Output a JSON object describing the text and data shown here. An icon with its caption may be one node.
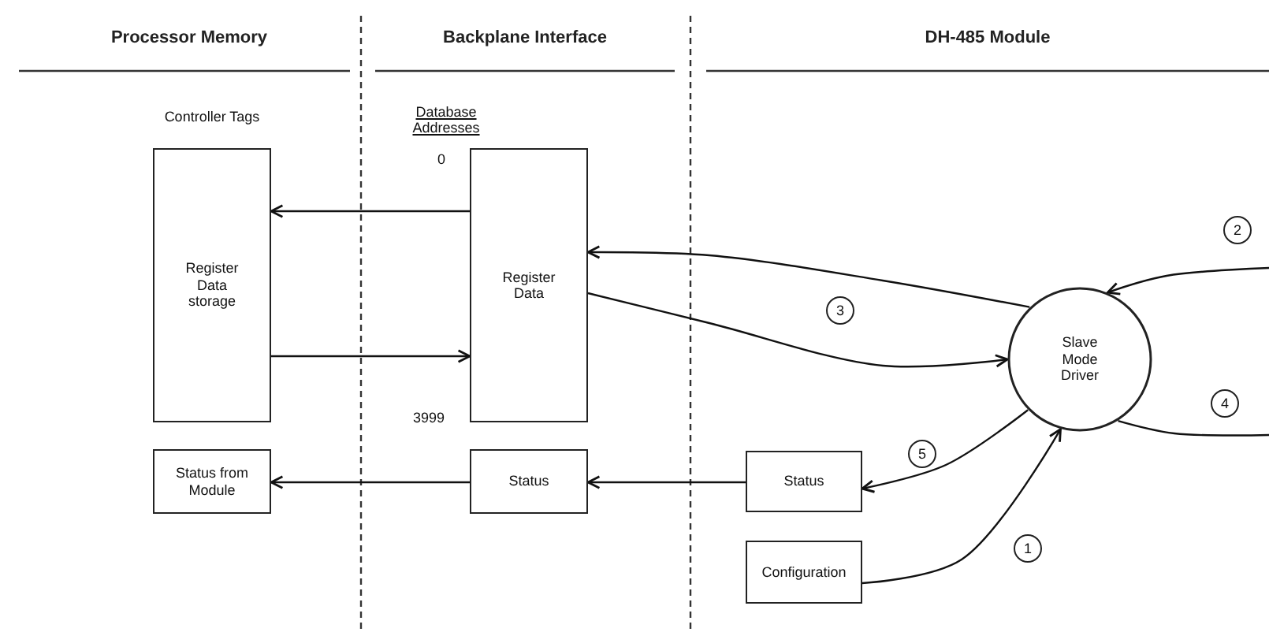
{
  "diagram": {
    "nodes": [
      {
        "text": [
          "Register Data storage"
        ],
        "beside": [
          "Controller Tags"
        ]
      },
      {
        "text": [
          "Register Data"
        ]
      },
      {
        "text": [
          "Status from Module"
        ]
      },
      {
        "text": [
          "Status"
        ]
      },
      {
        "text": [
          "Slave Mode Driver"
        ]
      },
      {
        "text": [
          "Status"
        ]
      },
      {
        "text": [
          "Configuration"
        ]
      }
    ],
    "edges": [
      {
        "from": 1,
        "to": 0,
        "arrow": "to"
      },
      {
        "from": 0,
        "to": 1,
        "arrow": "to"
      },
      {
        "from": 4,
        "to": 1,
        "arrow": "to"
      },
      {
        "from": 1,
        "to": 4,
        "arrow": "to"
      },
      {
        "from": null,
        "to": 4,
        "arrow": "to"
      },
      {
        "from": 4,
        "to": null,
        "arrow": "none"
      },
      {
        "from": 5,
        "to": 3,
        "arrow": "to"
      },
      {
        "from": 3,
        "to": 2,
        "arrow": "to"
      },
      {
        "from": 4,
        "to": 5,
        "arrow": "to"
      },
      {
        "from": 6,
        "to": 4,
        "arrow": "to"
      }
    ],
    "labels": [
      "Processor Memory",
      "Backplane Interface",
      "DH-485 Module",
      "Database Addresses",
      "0",
      "2",
      "3",
      "3999",
      "4",
      "5",
      "1"
    ]
  }
}
